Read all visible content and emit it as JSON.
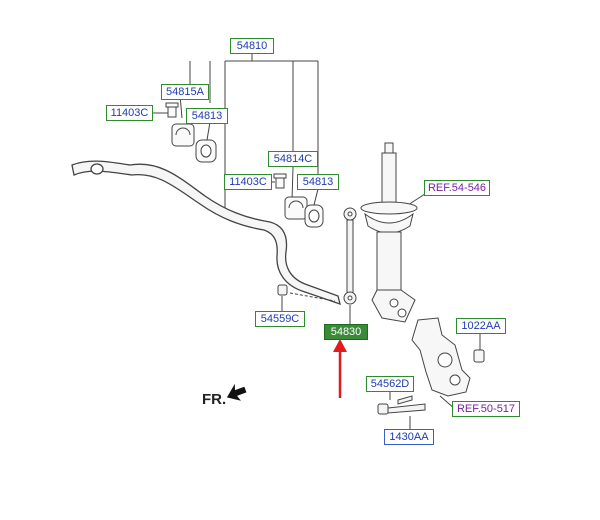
{
  "diagram": {
    "labels": {
      "p54810": "54810",
      "p54815A": "54815A",
      "p11403C_a": "11403C",
      "p54813_a": "54813",
      "p54814C": "54814C",
      "p11403C_b": "11403C",
      "p54813_b": "54813",
      "ref54546": "REF.54-546",
      "p54559C": "54559C",
      "p54830": "54830",
      "p1022AA": "1022AA",
      "p54562D": "54562D",
      "ref50517": "REF.50-517",
      "p1430AA": "1430AA"
    },
    "direction": "FR.",
    "selected_part": "54830",
    "colors": {
      "selected_fill": "#3a8a3a",
      "highlight_arrow": "#e01b1b",
      "label_text": "#1f3bb3",
      "ref_text": "#7a1fa2",
      "label_border": "#2e8b2e"
    }
  }
}
